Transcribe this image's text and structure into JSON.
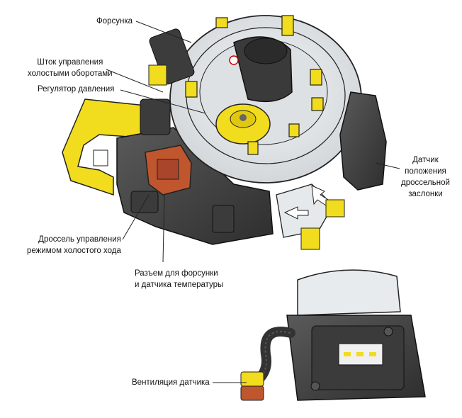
{
  "labels": {
    "injector": "Форсунка",
    "idle_stem": "Шток управления\nхолостыми оборотами",
    "pressure_regulator": "Регулятор давления",
    "throttle_sensor": "Датчик\nположения\nдроссельной\nзаслонки",
    "idle_throttle": "Дроссель управления\nрежимом холостого хода",
    "connector": "Разъем для форсунки\nи датчика температуры",
    "sensor_vent": "Вентиляция датчика"
  },
  "colors": {
    "yellow": "#f2dc1e",
    "dark": "#4a4a4a",
    "light": "#e9ecef",
    "connector": "#c0562e",
    "line": "#222222"
  }
}
